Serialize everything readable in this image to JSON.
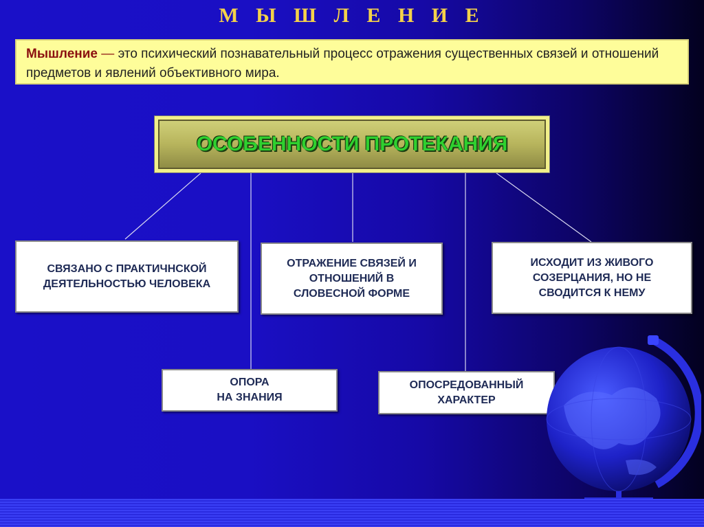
{
  "slide": {
    "title": "М Ы Ш Л Е Н И Е"
  },
  "definition": {
    "term": "Мышление",
    "dash": " — ",
    "text": "это психический познавательный процесс отражения существенных связей и отношений предметов и явлений объективного мира."
  },
  "diagram": {
    "header": "ОСОБЕННОСТИ ПРОТЕКАНИЯ",
    "nodes": [
      {
        "id": "practical",
        "label": "СВЯЗАНО С ПРАКТИЧНСКОЙ\nДЕЯТЕЛЬНОСТЬЮ ЧЕЛОВЕКА"
      },
      {
        "id": "knowledge",
        "label": "ОПОРА\nНА ЗНАНИЯ"
      },
      {
        "id": "verbal",
        "label": "ОТРАЖЕНИЕ СВЯЗЕЙ И\nОТНОШЕНИЙ В\nСЛОВЕСНОЙ ФОРМЕ"
      },
      {
        "id": "mediated",
        "label": "ОПОСРЕДОВАННЫЙ\nХАРАКТЕР"
      },
      {
        "id": "contemplation",
        "label": "ИСХОДИТ ИЗ ЖИВОГО\nСОЗЕРЦАНИЯ, НО НЕ\nСВОДИТСЯ К НЕМУ"
      }
    ],
    "edges": [
      {
        "from": "header",
        "to": "practical"
      },
      {
        "from": "header",
        "to": "knowledge"
      },
      {
        "from": "header",
        "to": "verbal"
      },
      {
        "from": "header",
        "to": "mediated"
      },
      {
        "from": "header",
        "to": "contemplation"
      }
    ]
  },
  "decor": {
    "globe_icon": "globe-icon"
  }
}
